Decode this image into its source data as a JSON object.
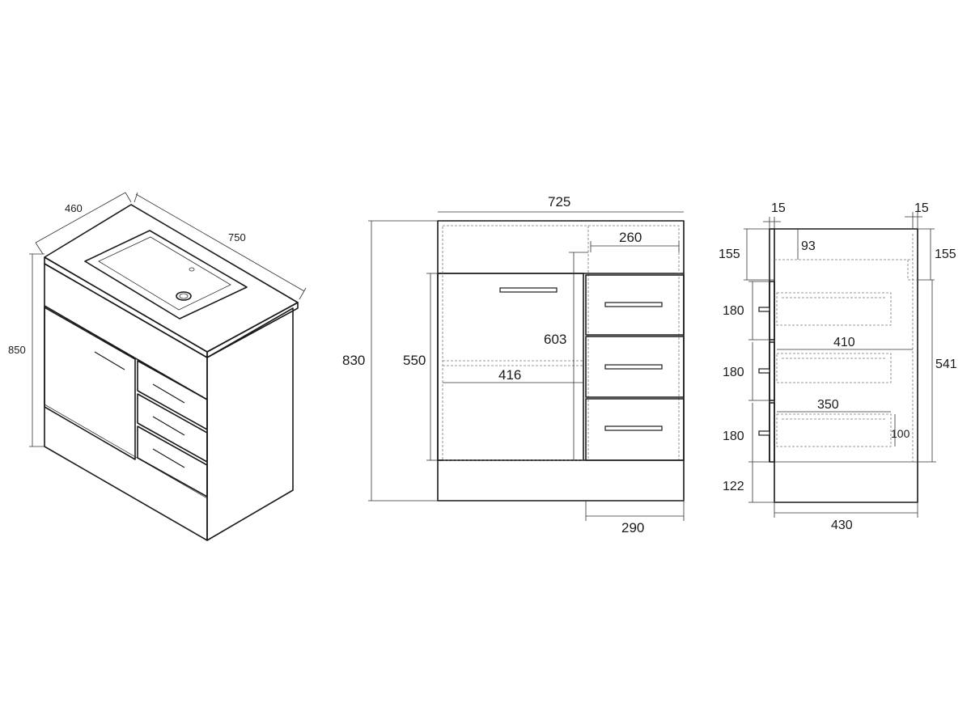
{
  "figure": {
    "colors": {
      "line": "#1a1a1a",
      "hidden_line": "#777777",
      "background": "#ffffff"
    },
    "isometric_view": {
      "dimensions": {
        "depth": "460",
        "width": "750",
        "height": "850"
      }
    },
    "front_view": {
      "dimensions": {
        "overall_width": "725",
        "drawer_inner_width": "260",
        "door_inner_height": "603",
        "door_height": "550",
        "door_inner_width": "416",
        "overall_height": "830",
        "drawer_bay_width": "290"
      }
    },
    "side_view": {
      "dimensions": {
        "panel_left": "15",
        "panel_right": "15",
        "top_rail_left": "155",
        "top_rail_right": "155",
        "top_gap": "93",
        "drawer_1": "180",
        "drawer_2": "180",
        "drawer_3": "180",
        "drawer_depth": "410",
        "drawer_box_depth": "350",
        "drawer_box_height": "100",
        "cabinet_height": "541",
        "kickboard": "122",
        "overall_depth": "430"
      }
    }
  }
}
